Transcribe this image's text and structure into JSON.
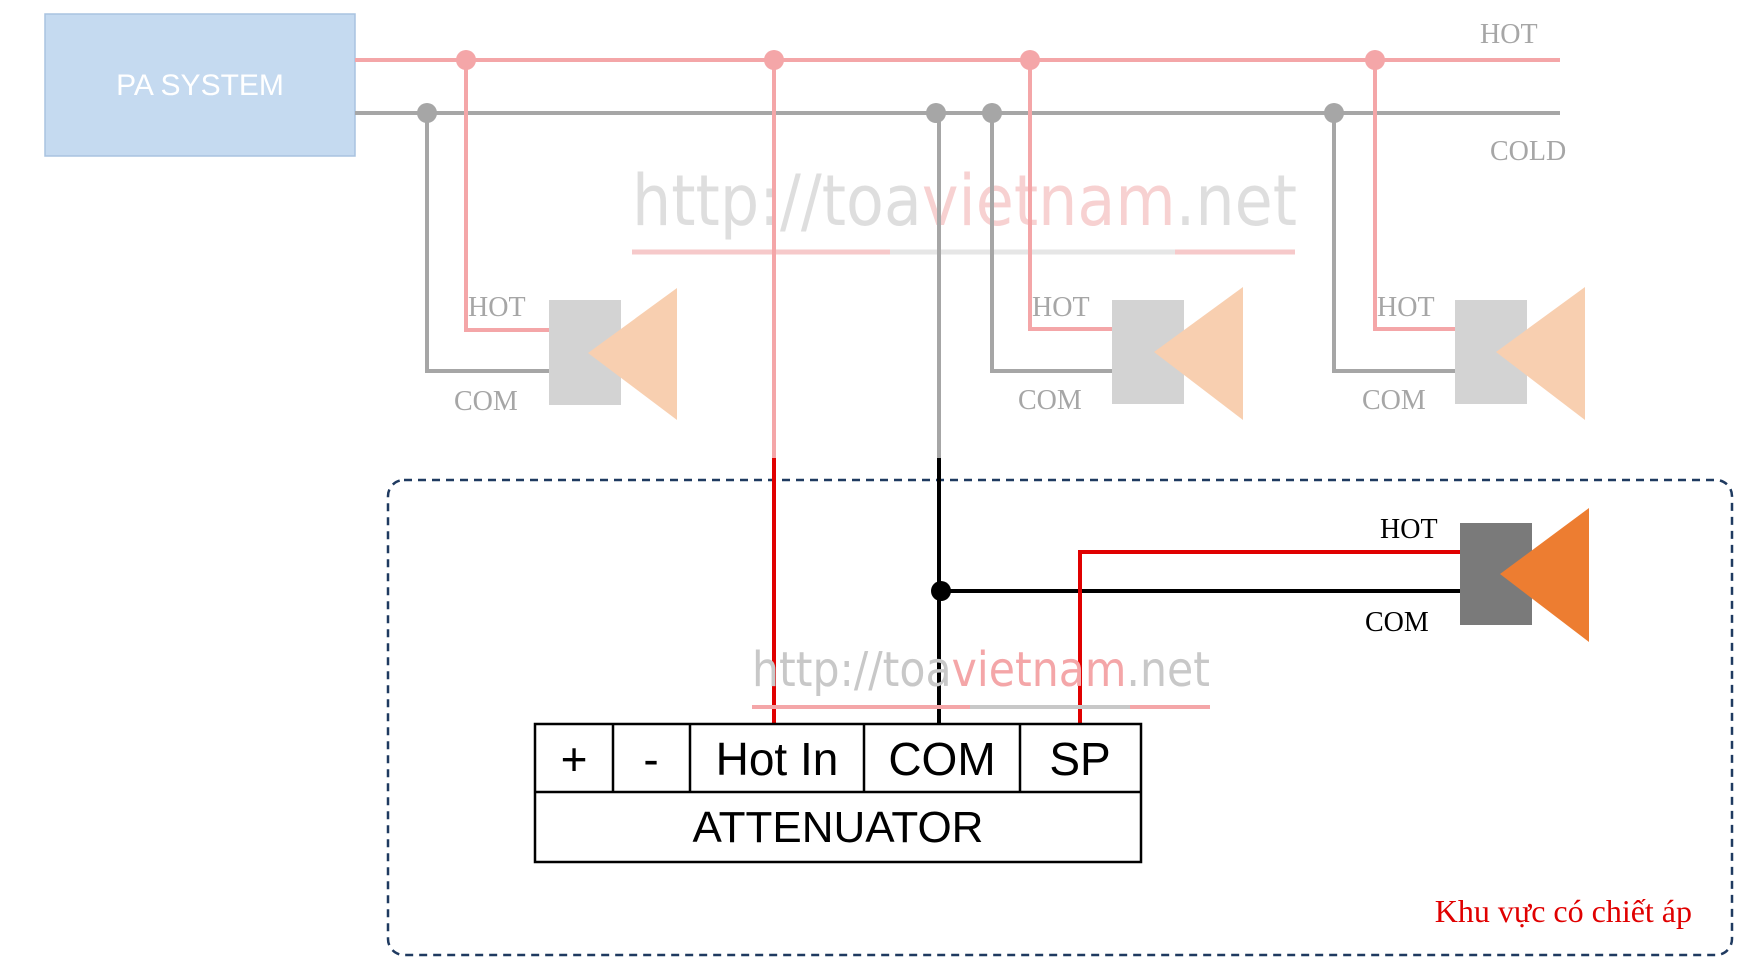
{
  "pa_system": {
    "label": "PA SYSTEM"
  },
  "bus": {
    "hot_label": "HOT",
    "cold_label": "COLD"
  },
  "speakers": [
    {
      "hot_label": "HOT",
      "com_label": "COM"
    },
    {
      "hot_label": "HOT",
      "com_label": "COM"
    },
    {
      "hot_label": "HOT",
      "com_label": "COM"
    }
  ],
  "watermark": {
    "part1": "http://toa",
    "part2": "vietnam",
    "part3": ".net"
  },
  "attenuated_speaker": {
    "hot_label": "HOT",
    "com_label": "COM"
  },
  "attenuator": {
    "terminals": [
      "+",
      "-",
      "Hot In",
      "COM",
      "SP"
    ],
    "name": "ATTENUATOR"
  },
  "zone": {
    "label": "Khu vực có chiết áp"
  },
  "colors": {
    "hot_wire_faded": "#f4a6a8",
    "cold_wire_faded": "#a6a6a6",
    "hot_wire": "#e00000",
    "com_wire": "#000000",
    "pa_box": "#c5daf0",
    "speaker_body_faded": "#d3d3d3",
    "speaker_cone_faded": "#f8cfb0",
    "speaker_body": "#7a7a7a",
    "speaker_cone": "#ed7d31",
    "zone_border": "#1f3a60",
    "zone_label": "#e00000"
  }
}
